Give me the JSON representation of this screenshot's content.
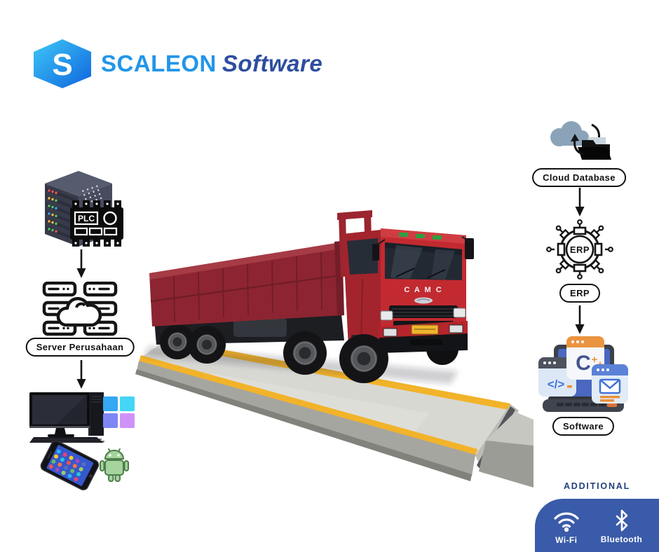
{
  "logo": {
    "brand": "SCALEON",
    "suffix": "Software"
  },
  "left_flow": {
    "plc_text": "PLC",
    "server_label": "Server Perusahaan",
    "icons": [
      "server-rack-icon",
      "plc-chip-icon",
      "cloud-server-icon",
      "desktop-computer-icon",
      "windows-logo-icon",
      "smartphone-icon",
      "android-icon"
    ]
  },
  "right_flow": {
    "cloud_label": "Cloud Database",
    "erp_chip_text": "ERP",
    "erp_label": "ERP",
    "software_label": "Software",
    "icons": [
      "cloud-sync-folder-icon",
      "erp-chip-gear-icon",
      "laptop-apps-icon"
    ]
  },
  "truck": {
    "brand": "C A M C"
  },
  "additional": {
    "title": "ADDITIONAL",
    "items": [
      {
        "icon": "wifi-icon",
        "label": "Wi-Fi"
      },
      {
        "icon": "bluetooth-icon",
        "label": "Bluetooth"
      }
    ]
  },
  "colors": {
    "logo_blue": "#2196e8",
    "logo_navy": "#2d4d9e",
    "panel_blue": "#3a5ba9",
    "additional_navy": "#24407c",
    "truck_red": "#c22a30",
    "bed_maroon": "#8c2531",
    "stripe_yellow": "#f2b32a",
    "cloud_slate": "#8ba3b8",
    "background": "#ffffff"
  }
}
